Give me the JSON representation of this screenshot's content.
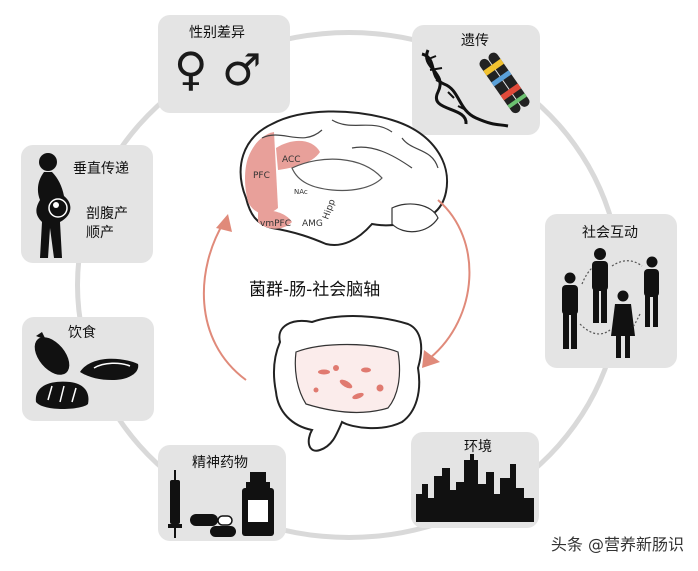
{
  "center": {
    "title": "菌群-肠-社会脑轴"
  },
  "brain_regions": [
    "PFC",
    "ACC",
    "vmPFC",
    "AMG",
    "Hipp",
    "NAc"
  ],
  "factors": {
    "sex": {
      "label": "性别差异",
      "female_symbol": "♀",
      "male_symbol": "♂"
    },
    "genetics": {
      "label": "遗传"
    },
    "vertical": {
      "label": "垂直传递",
      "sub1": "剖腹产",
      "sub2": "顺产"
    },
    "social": {
      "label": "社会互动"
    },
    "diet": {
      "label": "饮食"
    },
    "environment": {
      "label": "环境"
    },
    "drugs": {
      "label": "精神药物"
    }
  },
  "watermark": "头条 @营养新肠识",
  "colors": {
    "box_bg": "#e4e4e4",
    "ring": "#d9d9d9",
    "arrow": "#e08a7a",
    "highlight": "#e8a09a"
  }
}
